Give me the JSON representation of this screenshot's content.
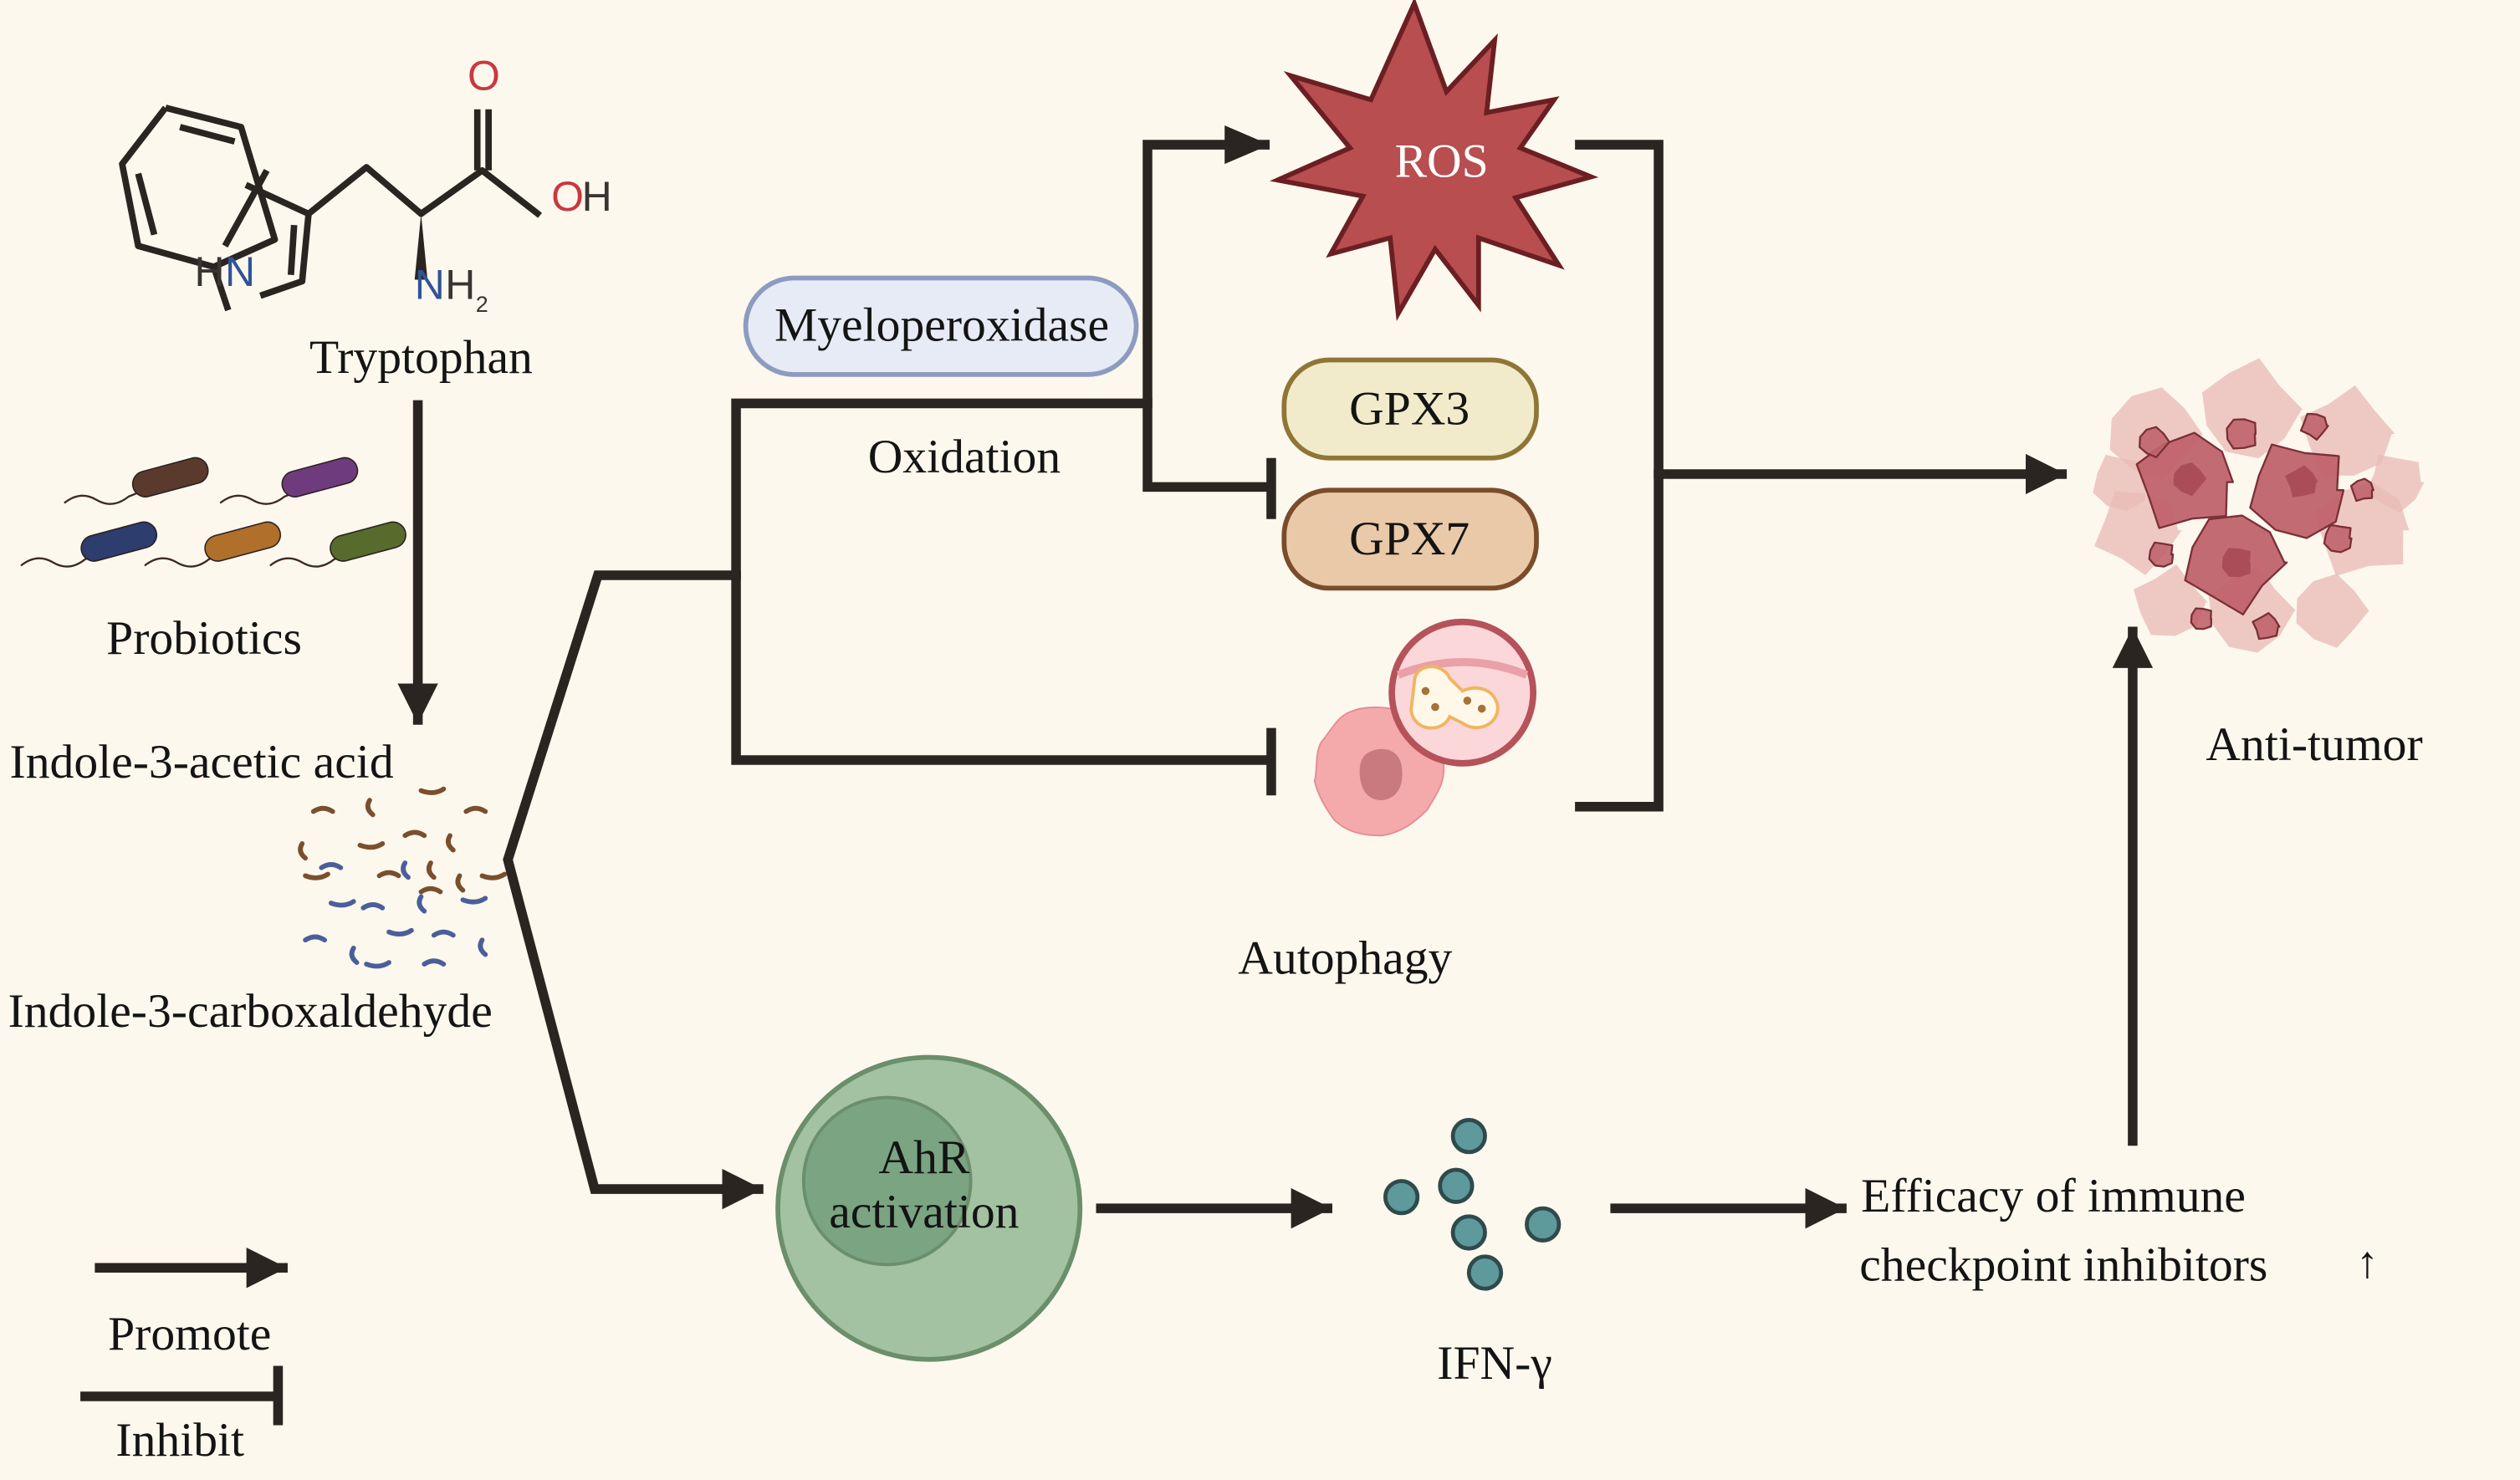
{
  "figure": {
    "background_color": "#fdf8ee",
    "line_color": "#2b2522"
  },
  "tryptophan": {
    "label": "Tryptophan",
    "atoms": {
      "oxygen": "O",
      "hydroxyl": "OH",
      "amine_n": "N",
      "amine_h": "H",
      "amine_sub": "2",
      "indole_h": "H",
      "indole_n": "N"
    },
    "colors": {
      "oxygen": "#c8393f",
      "nitrogen": "#2f5496",
      "bond": "#2b2522"
    }
  },
  "probiotics": {
    "label": "Probiotics",
    "bacteria_colors": [
      "#5b3a2e",
      "#6e3c7c",
      "#2c3d6e",
      "#b06f2a",
      "#566b2c"
    ]
  },
  "metabolites": {
    "iaa": {
      "label": "Indole-3-acetic acid",
      "color": "#7a4f2e"
    },
    "i3a": {
      "label": "Indole-3-carboxaldehyde",
      "color": "#4a5f9a"
    }
  },
  "oxidation_branch": {
    "enzyme": {
      "label": "Myeloperoxidase",
      "fill": "#e6ebf5",
      "stroke": "#8e9bc0"
    },
    "process_label": "Oxidation",
    "ros": {
      "label": "ROS",
      "fill": "#b84e4f",
      "stroke": "#6b1f22"
    },
    "gpx3": {
      "label": "GPX3",
      "fill": "#f2ebcb",
      "stroke": "#8f7635"
    },
    "gpx7": {
      "label": "GPX7",
      "fill": "#e9c9a8",
      "stroke": "#7a4c2a"
    }
  },
  "autophagy": {
    "label": "Autophagy"
  },
  "ahr": {
    "label_line1": "AhR",
    "label_line2": "activation",
    "outer_fill": "#a2c2a2",
    "inner_fill": "#7aa482",
    "stroke": "#6a8f6a"
  },
  "ifn": {
    "label": "IFN-γ",
    "dot_fill": "#5e999c",
    "dot_stroke": "#2f4a4a"
  },
  "efficacy": {
    "line1": "Efficacy of immune",
    "line2": "checkpoint inhibitors",
    "trend_symbol": "↑"
  },
  "tumor": {
    "label": "Anti-tumor",
    "fill_dark": "#c0636c",
    "fill_light": "#e8b9b6",
    "stroke": "#7c2f36"
  },
  "legend": {
    "items": [
      {
        "label": "Promote",
        "type": "arrow"
      },
      {
        "label": "Inhibit",
        "type": "inhibit-bar"
      }
    ]
  }
}
